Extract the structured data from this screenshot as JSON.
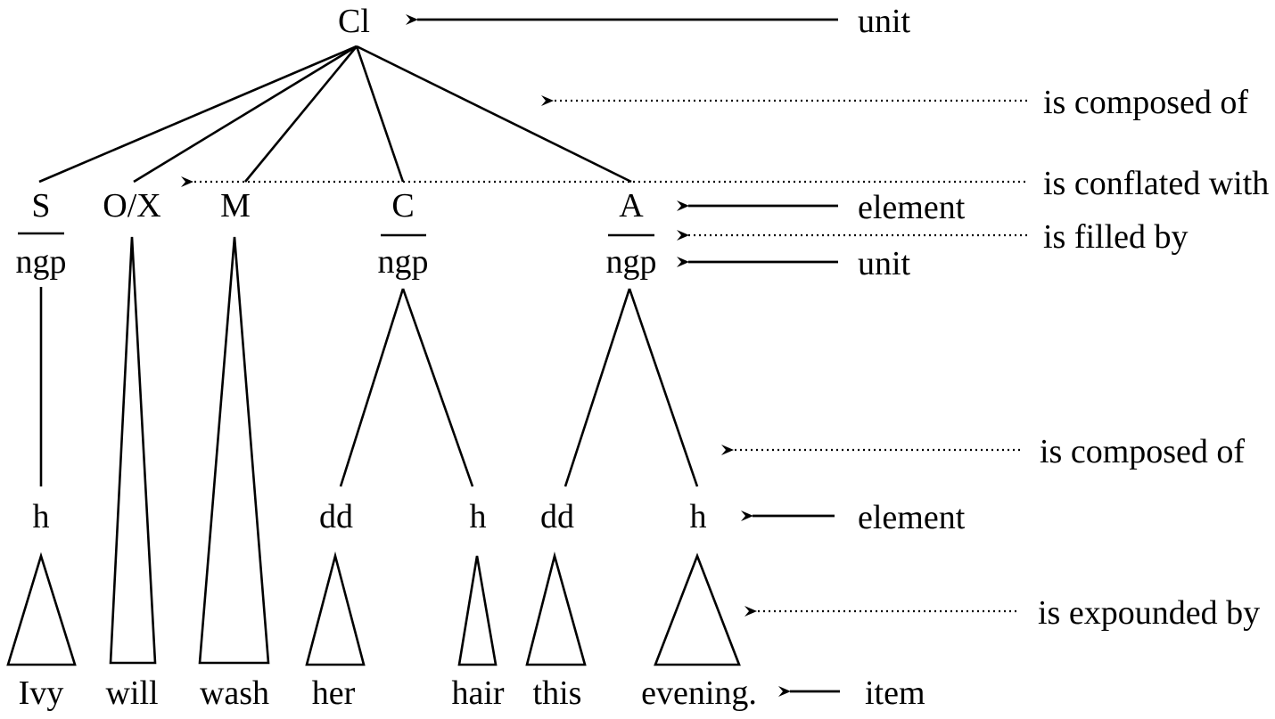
{
  "diagram": {
    "root": "Cl",
    "elements": {
      "S": "S",
      "OX": "O/X",
      "M": "M",
      "C": "C",
      "A": "A"
    },
    "units": {
      "S": "ngp",
      "C": "ngp",
      "A": "ngp"
    },
    "sub_elements": {
      "S_h": "h",
      "C_dd": "dd",
      "C_h": "h",
      "A_dd": "dd",
      "A_h": "h"
    },
    "words": {
      "ivy": "Ivy",
      "will": "will",
      "wash": "wash",
      "her": "her",
      "hair": "hair",
      "this": "this",
      "evening": "evening."
    },
    "legend": {
      "unit_top": "unit",
      "composed_top": "is composed of",
      "conflated": "is conflated with",
      "element_top": "element",
      "filled": "is filled by",
      "unit_mid": "unit",
      "composed_mid": "is composed of",
      "element_mid": "element",
      "expounded": "is expounded by",
      "item": "item"
    }
  }
}
